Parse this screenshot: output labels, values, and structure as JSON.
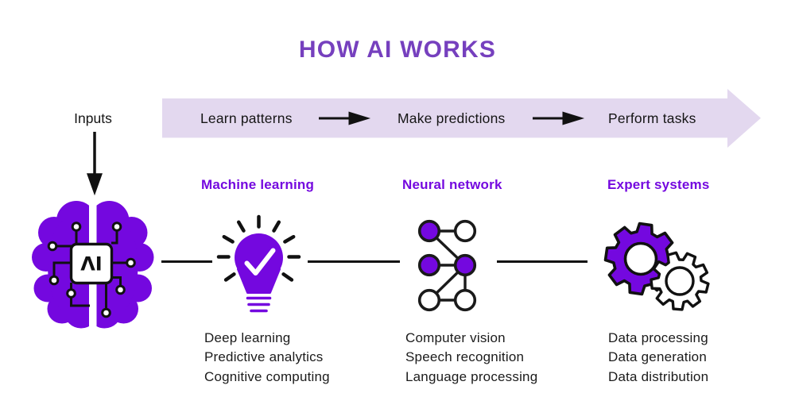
{
  "title": "HOW AI WORKS",
  "inputs_label": "Inputs",
  "banner": {
    "steps": [
      "Learn patterns",
      "Make predictions",
      "Perform tasks"
    ]
  },
  "brain": {
    "chip_label": "ΛI"
  },
  "columns": [
    {
      "heading": "Machine learning",
      "icon": "lightbulb-check-icon",
      "items": [
        "Deep learning",
        "Predictive analytics",
        "Cognitive computing"
      ]
    },
    {
      "heading": "Neural network",
      "icon": "neural-network-icon",
      "items": [
        "Computer vision",
        "Speech recognition",
        "Language processing"
      ]
    },
    {
      "heading": "Expert systems",
      "icon": "gears-icon",
      "items": [
        "Data processing",
        "Data generation",
        "Data distribution"
      ]
    }
  ],
  "colors": {
    "purple_vivid": "#7408DF",
    "purple_title": "#7640BE",
    "lavender": "#E3D8EF",
    "ink": "#151515"
  }
}
